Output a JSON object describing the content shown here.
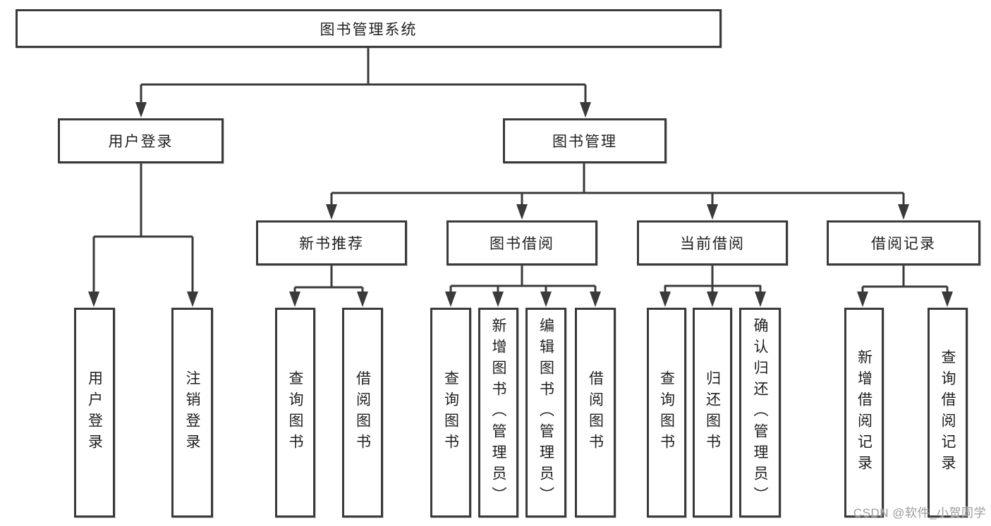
{
  "diagram": {
    "title_node": "图书管理系统",
    "colors": {
      "line": "#3a3a3a",
      "text": "#1f1f1f",
      "box_background": "#ffffff",
      "watermark": "#9c9c9c"
    },
    "tree": {
      "root": {
        "label": "图书管理系统"
      },
      "branches": [
        {
          "label": "用户登录",
          "children": [
            {
              "label": "用户登录"
            },
            {
              "label": "注销登录"
            }
          ]
        },
        {
          "label": "图书管理",
          "children": [
            {
              "label": "新书推荐",
              "children": [
                {
                  "label": "查询图书"
                },
                {
                  "label": "借阅图书"
                }
              ]
            },
            {
              "label": "图书借阅",
              "children": [
                {
                  "label": "查询图书"
                },
                {
                  "label": "新增图书（管理员）"
                },
                {
                  "label": "编辑图书（管理员）"
                },
                {
                  "label": "借阅图书"
                }
              ]
            },
            {
              "label": "当前借阅",
              "children": [
                {
                  "label": "查询图书"
                },
                {
                  "label": "归还图书"
                },
                {
                  "label": "确认归还（管理员）"
                }
              ]
            },
            {
              "label": "借阅记录",
              "children": [
                {
                  "label": "新增借阅记录"
                },
                {
                  "label": "查询借阅记录"
                }
              ]
            }
          ]
        }
      ]
    },
    "watermark": "CSDN @软件_小贺同学"
  }
}
